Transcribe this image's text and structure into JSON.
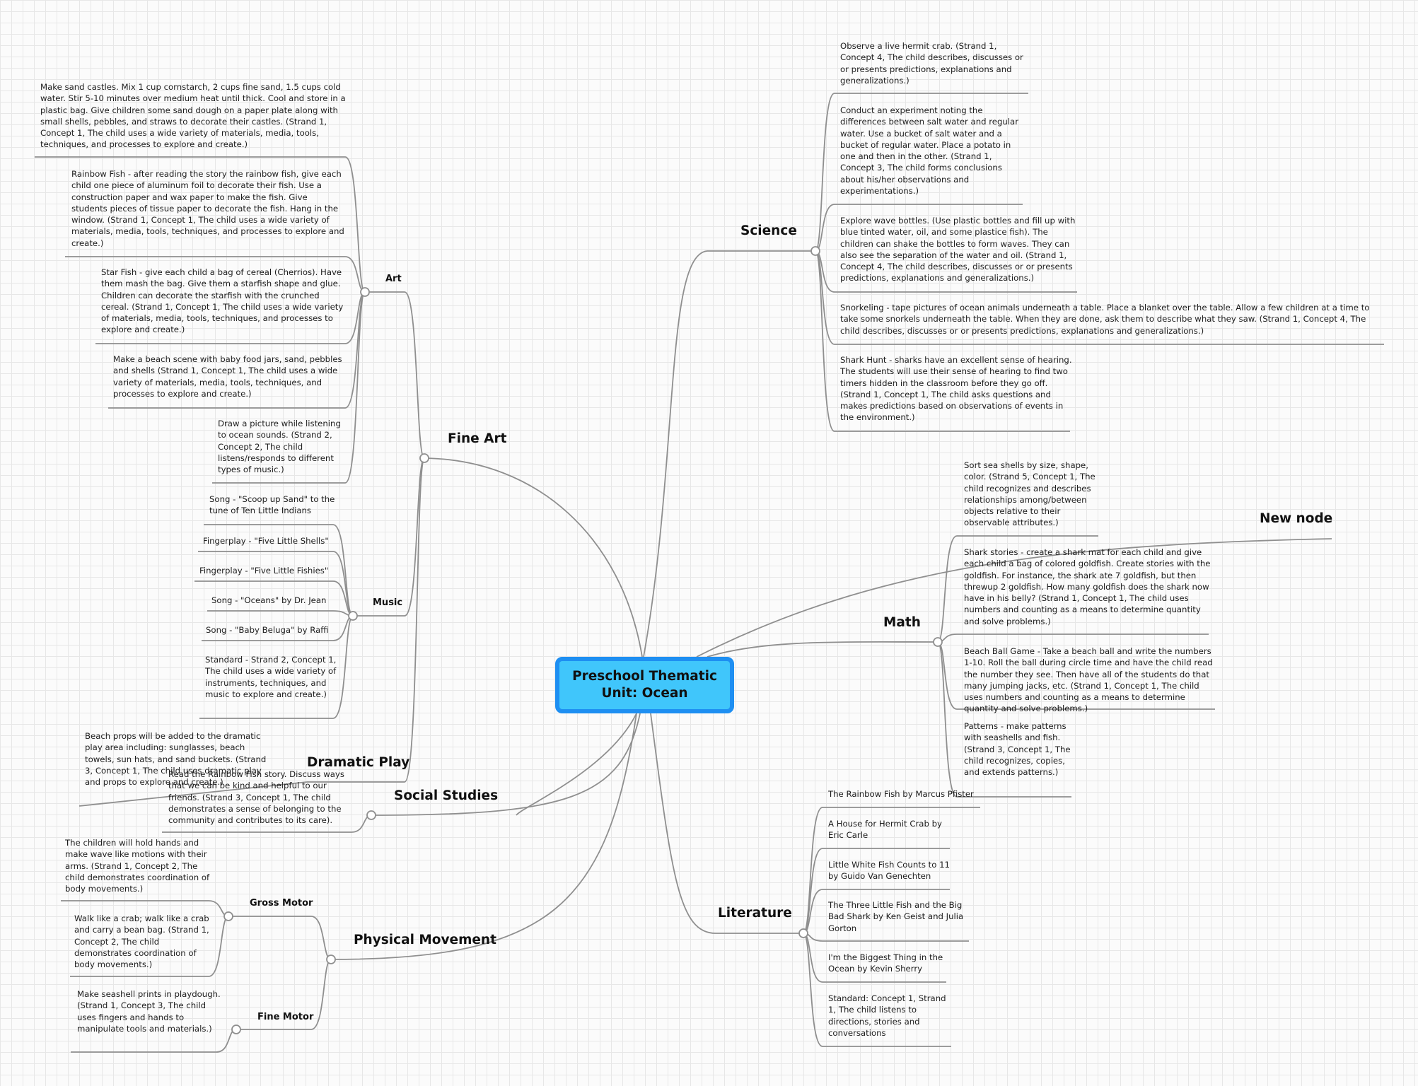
{
  "root": "Preschool Thematic Unit: Ocean",
  "branches": {
    "science": {
      "title": "Science",
      "items": [
        "Observe a live hermit crab. (Strand 1, Concept 4, The child describes, discusses or or presents predictions, explanations and generalizations.)",
        "Conduct an experiment noting the differences between salt water and regular water. Use a bucket of salt water and a bucket of regular water. Place a potato in one and then in the other. (Strand 1, Concept 3, The child forms conclusions about his/her observations and experimentations.)",
        "Explore wave bottles. (Use plastic bottles and fill up with blue tinted water, oil, and some plastice fish). The children can shake the bottles to form waves. They can also see the separation of the water and oil. (Strand 1, Concept 4, The child describes, discusses or or presents predictions, explanations and generalizations.)",
        "Snorkeling - tape pictures of ocean animals underneath a table. Place a blanket over the table. Allow a few children at a time to take some snorkels underneath the table. When they are done, ask them to describe what they saw. (Strand 1, Concept 4, The child describes, discusses or or presents predictions, explanations and generalizations.)",
        "Shark Hunt - sharks have an excellent sense of hearing. The students will use their sense of hearing to find two timers hidden in the classroom before they go off. (Strand 1, Concept 1, The child asks questions and makes predictions based on observations of events in the environment.)"
      ]
    },
    "new_node": {
      "title": "New node"
    },
    "math": {
      "title": "Math",
      "items": [
        "Sort sea shells by size, shape, color. (Strand 5, Concept 1, The child recognizes and describes relationships among/between objects relative to their observable attributes.)",
        "Shark stories - create a shark mat for each child and give each child a bag of colored goldfish. Create stories with the goldfish. For instance, the shark ate 7 goldfish, but then threwup 2 goldfish. How many goldfish does the shark now have in his belly? (Strand 1, Concept 1, The child uses numbers and counting as a means to determine quantity and solve problems.)",
        "Beach Ball Game - Take a beach ball and write the numbers 1-10. Roll the ball during circle time and have the child read the number they see. Then have all of the students do that many jumping jacks, etc. (Strand 1, Concept 1, The child uses numbers and counting as a means to determine quantity and solve problems.)",
        "Patterns - make patterns with seashells and fish. (Strand 3, Concept 1, The child recognizes, copies, and extends patterns.)"
      ]
    },
    "literature": {
      "title": "Literature",
      "items": [
        "The Rainbow Fish by Marcus Pfister",
        "A House for Hermit Crab by Eric Carle",
        "Little White Fish Counts to 11 by Guido Van Genechten",
        "The Three Little Fish and the Big Bad Shark by Ken Geist and Julia Gorton",
        "I'm the Biggest Thing in the Ocean by Kevin Sherry",
        "Standard: Concept 1, Strand 1, The child listens to directions, stories and conversations"
      ]
    },
    "fine_art": {
      "title": "Fine Art",
      "art": {
        "title": "Art",
        "items": [
          "Make sand castles. Mix 1 cup cornstarch, 2 cups fine sand, 1.5 cups cold water. Stir 5-10 minutes over medium heat until thick. Cool and store in a plastic bag. Give children some sand dough on a paper plate along with small shells, pebbles, and straws to decorate their castles. (Strand 1, Concept 1, The child uses a wide variety of materials, media, tools, techniques, and processes to explore and create.)",
          "Rainbow Fish - after reading the story the rainbow fish, give each child one piece of aluminum foil to decorate their fish. Use a construction paper and wax paper to make the fish. Give students pieces of tissue paper to decorate the fish. Hang in the window. (Strand 1, Concept 1, The child uses a wide variety of materials, media, tools, techniques, and processes to explore and create.)",
          "Star Fish - give each child a bag of cereal (Cherrios). Have them mash the bag. Give them a starfish shape and glue. Children can decorate the starfish with the crunched cereal. (Strand 1, Concept 1, The child uses a wide variety of materials, media, tools, techniques, and processes to explore and create.)",
          "Make a beach scene with baby food jars, sand, pebbles and shells (Strand 1, Concept 1, The child uses a wide variety of materials, media, tools, techniques, and processes to explore and create.)",
          "Draw a picture while listening to ocean sounds. (Strand 2, Concept 2, The child listens/responds to different types of music.)"
        ]
      },
      "music": {
        "title": "Music",
        "items": [
          "Song - \"Scoop up Sand\" to the tune of Ten Little Indians",
          "Fingerplay - \"Five Little Shells\"",
          "Fingerplay - \"Five Little Fishies\"",
          "Song - \"Oceans\" by Dr. Jean",
          "Song - \"Baby Beluga\" by Raffi",
          "Standard - Strand 2, Concept 1, The child uses a wide variety of instruments, techniques, and music to explore and create.)"
        ]
      },
      "dramatic_play": {
        "title": "Dramatic Play",
        "items": [
          "Beach props will be added to the dramatic play area including: sunglasses, beach towels, sun hats, and sand buckets. (Strand 3, Concept 1, The child uses dramatic play and props to explore and create.)"
        ]
      }
    },
    "social_studies": {
      "title": "Social Studies",
      "items": [
        "Read the Rainbow Fish story. Discuss ways that we can be kind and helpful to our friends. (Strand 3, Concept 1, The child demonstrates a sense of belonging to the community and contributes to its care)."
      ]
    },
    "physical_movement": {
      "title": "Physical Movement",
      "gross_motor": {
        "title": "Gross Motor",
        "items": [
          "The children will hold hands and make wave like motions with their arms. (Strand 1, Concept 2, The child demonstrates coordination of body movements.)",
          "Walk like a crab; walk like a crab and carry a bean bag. (Strand 1, Concept 2, The child demonstrates coordination of body movements.)"
        ]
      },
      "fine_motor": {
        "title": "Fine Motor",
        "items": [
          "Make seashell prints in playdough. (Strand 1, Concept 3, The child uses fingers and hands to manipulate tools and materials.)"
        ]
      }
    }
  },
  "colors": {
    "root_fill": "#40c6fb",
    "root_border": "#1e8ff2",
    "connector": "#8f8f8f"
  }
}
